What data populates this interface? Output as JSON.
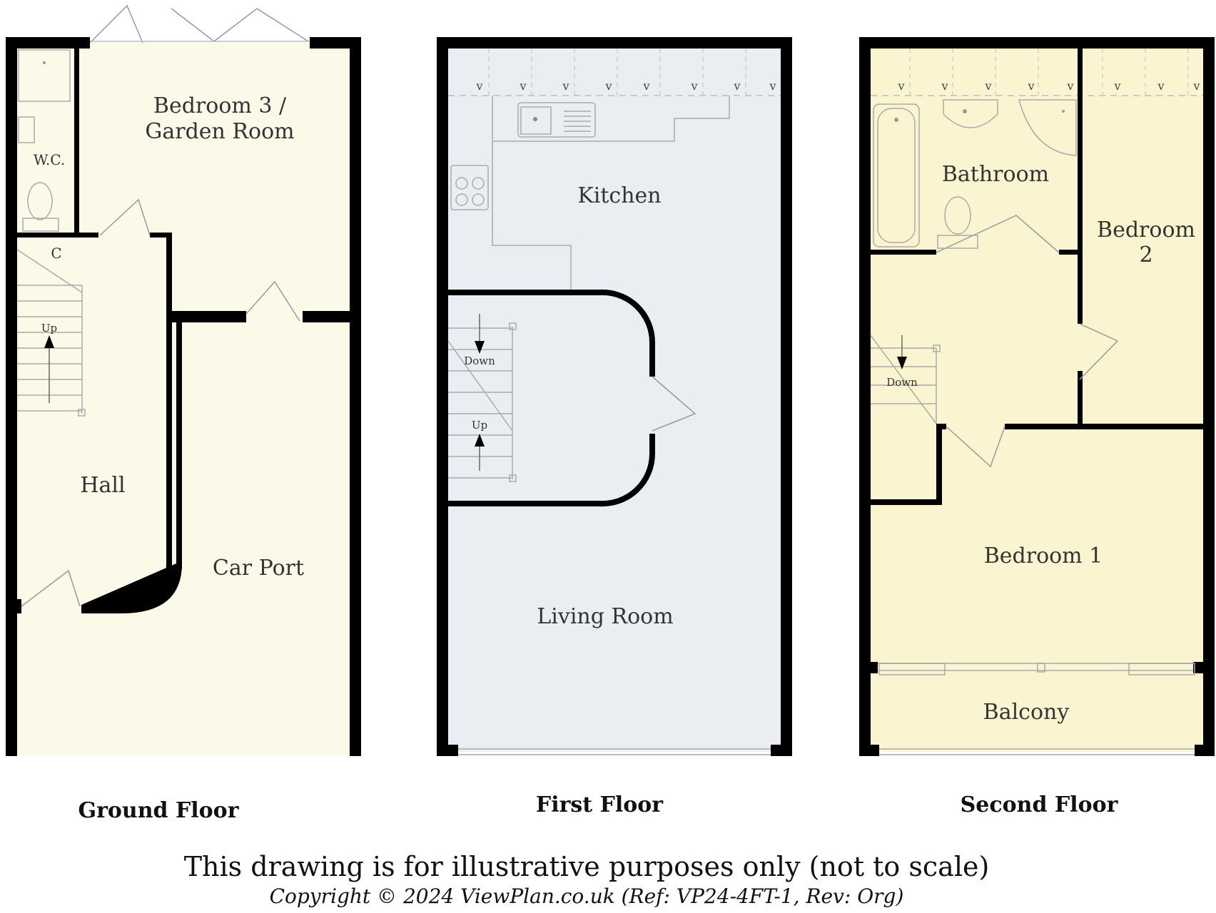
{
  "ground_floor": {
    "title": "Ground Floor",
    "rooms": {
      "bedroom3": "Bedroom 3 /",
      "bedroom3_line2": "Garden Room",
      "wc": "W.C.",
      "cupboard": "C",
      "stairs_up": "Up",
      "hall": "Hall",
      "car_port": "Car Port"
    }
  },
  "first_floor": {
    "title": "First Floor",
    "rooms": {
      "kitchen": "Kitchen",
      "living_room": "Living Room",
      "stairs_down": "Down",
      "stairs_up": "Up"
    }
  },
  "second_floor": {
    "title": "Second Floor",
    "rooms": {
      "bathroom": "Bathroom",
      "bedroom2": "Bedroom",
      "bedroom2_line2": "2",
      "stairs_down": "Down",
      "bedroom1": "Bedroom 1",
      "balcony": "Balcony"
    }
  },
  "velux_marker": "v",
  "footer": {
    "disclaimer": "This drawing is for illustrative purposes only (not to scale)",
    "copyright": "Copyright © 2024 ViewPlan.co.uk  (Ref: VP24-4FT-1,  Rev: Org)"
  },
  "colors": {
    "ground_fill": "#fbf9e8",
    "first_fill": "#eaeef3",
    "second_fill": "#faf5d0",
    "wall": "#000000"
  }
}
